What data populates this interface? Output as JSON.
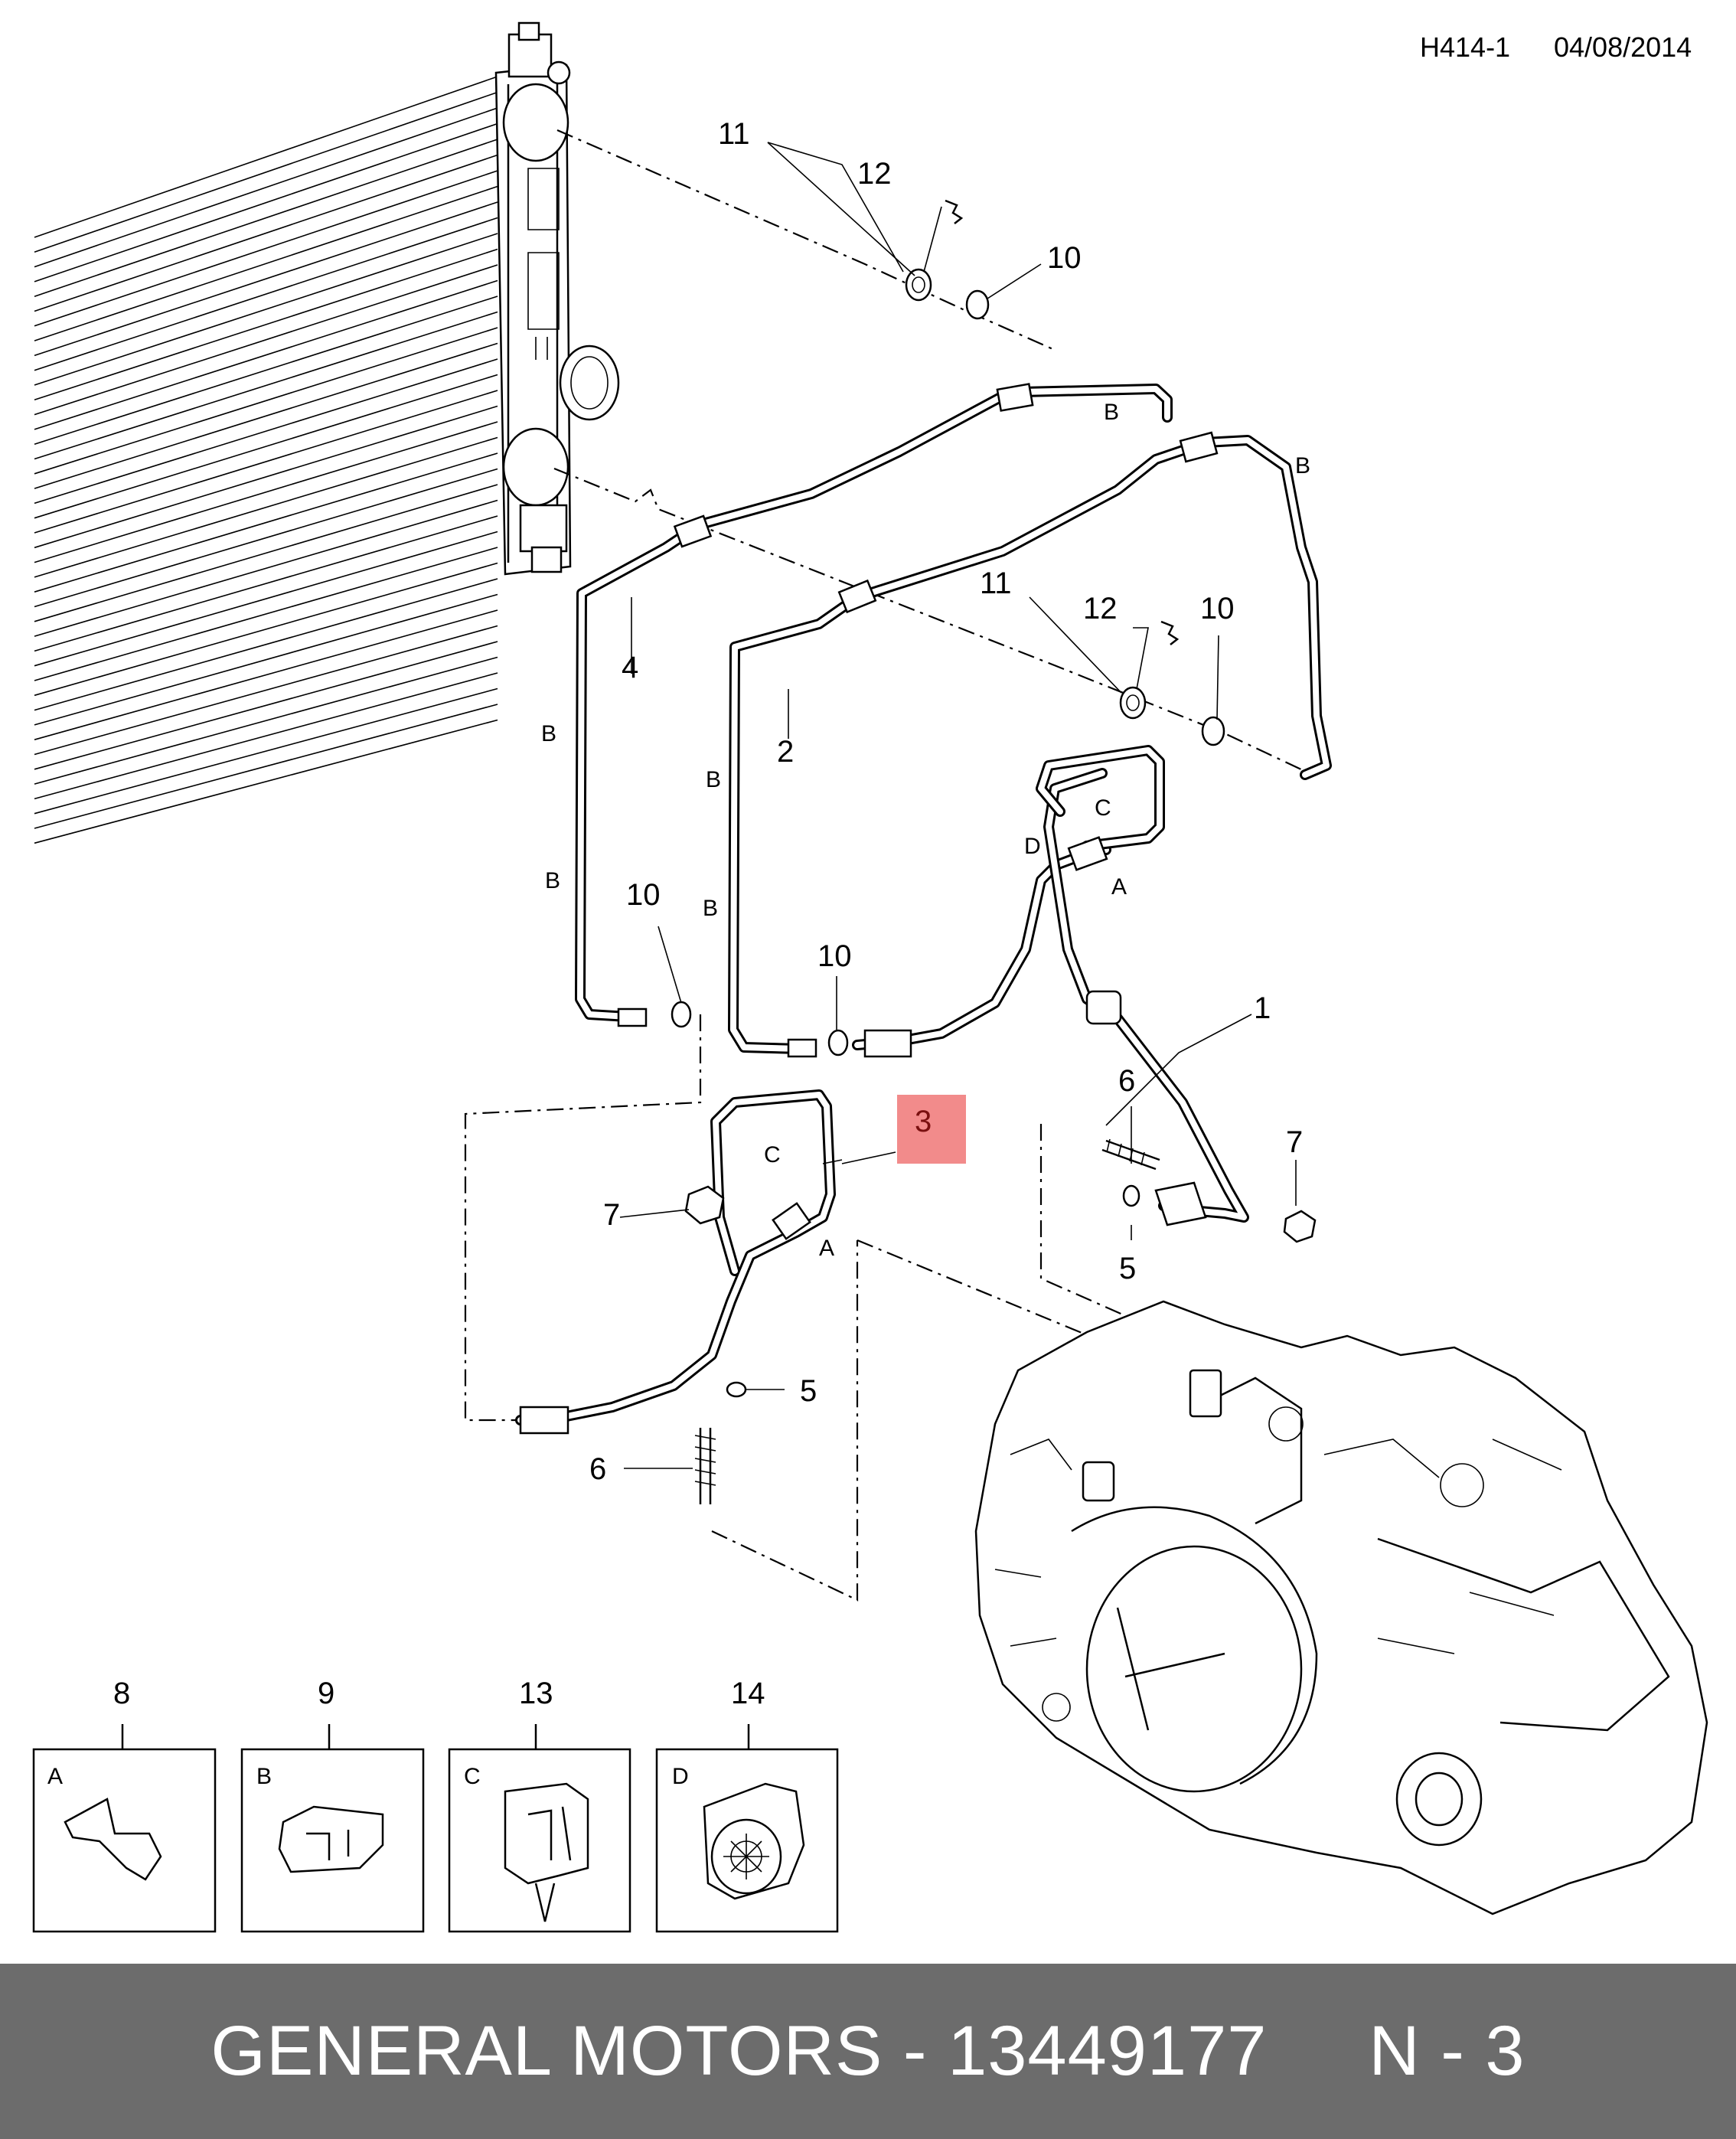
{
  "header": {
    "code": "H414-1",
    "date": "04/08/2014"
  },
  "callouts": {
    "p1": "1",
    "p2": "2",
    "p3": "3",
    "p4": "4",
    "p5a": "5",
    "p5b": "5",
    "p6a": "6",
    "p6b": "6",
    "p7a": "7",
    "p7b": "7",
    "p10a": "10",
    "p10b": "10",
    "p10c": "10",
    "p10d": "10",
    "p11a": "11",
    "p11b": "11",
    "p12a": "12",
    "p12b": "12"
  },
  "view_letters": {
    "b1": "B",
    "b2": "B",
    "b3": "B",
    "b4": "B",
    "b5": "B",
    "b6": "B",
    "c1": "C",
    "c2": "C",
    "d1": "D",
    "a1": "A",
    "a2": "A"
  },
  "detail_boxes": [
    {
      "number": "8",
      "letter": "A"
    },
    {
      "number": "9",
      "letter": "B"
    },
    {
      "number": "13",
      "letter": "C"
    },
    {
      "number": "14",
      "letter": "D"
    }
  ],
  "highlight": {
    "part": "3",
    "color": "#f28b8b"
  },
  "footer": {
    "text": "GENERAL MOTORS - 13449177     N - 3"
  }
}
